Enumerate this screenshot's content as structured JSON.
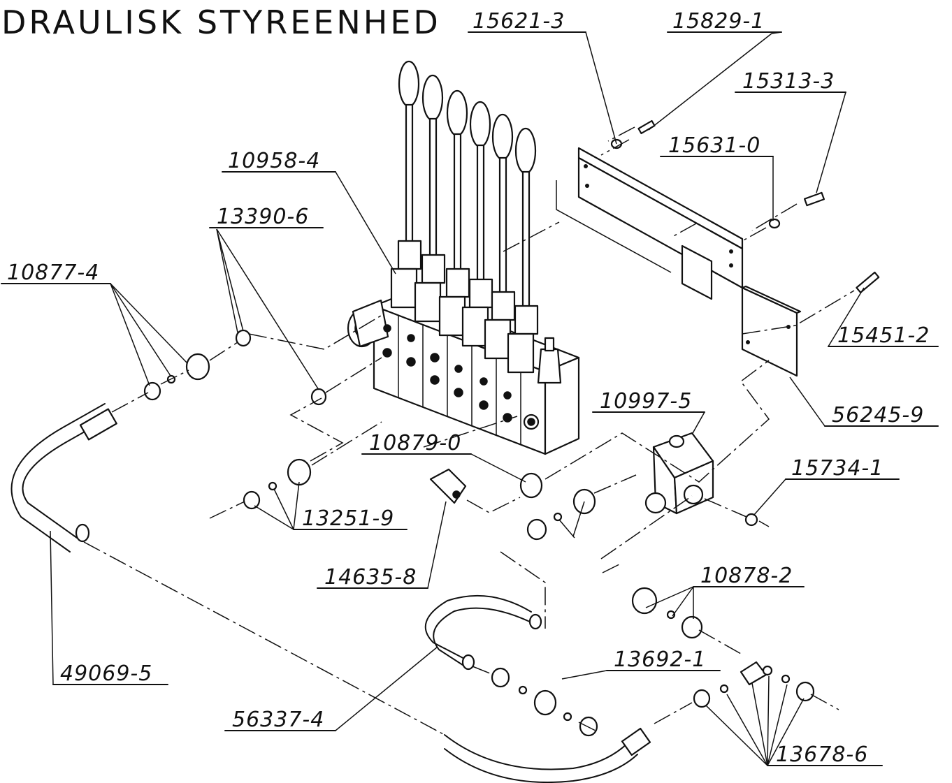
{
  "title": "DRAULISK STYREENHED",
  "parts": {
    "p15621": "15621-3",
    "p15829": "15829-1",
    "p15313": "15313-3",
    "p15631": "15631-0",
    "p10958": "10958-4",
    "p13390": "13390-6",
    "p10877": "10877-4",
    "p15451": "15451-2",
    "p56245": "56245-9",
    "p10997": "10997-5",
    "p10879": "10879-0",
    "p15734": "15734-1",
    "p13251": "13251-9",
    "p14635": "14635-8",
    "p10878": "10878-2",
    "p13692": "13692-1",
    "p49069": "49069-5",
    "p56337": "56337-4",
    "p13678": "13678-6"
  }
}
